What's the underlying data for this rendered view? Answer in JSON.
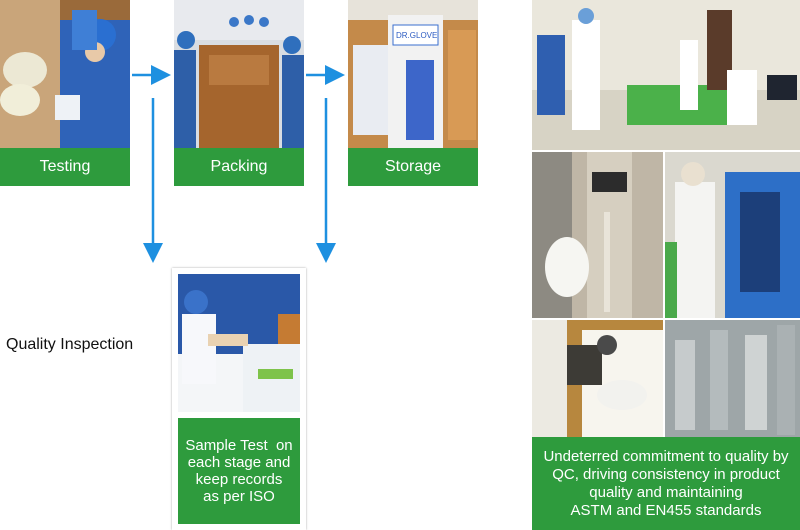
{
  "steps": [
    {
      "label": "Testing",
      "image": "testing-photo"
    },
    {
      "label": "Packing",
      "image": "packing-photo"
    },
    {
      "label": "Storage",
      "image": "storage-photo"
    }
  ],
  "inspection": {
    "label": "Quality Inspection",
    "sample_caption_lines": [
      "Sample Test  on",
      "each stage and",
      "keep records",
      "as per ISO"
    ],
    "image": "sample-test-photo"
  },
  "qc": {
    "caption_lines": [
      "Undeterred commitment to quality by",
      "QC, driving consistency in product",
      "quality and maintaining",
      "ASTM and EN455 standards"
    ],
    "images": [
      "lab-photo",
      "tensile-tester-photo",
      "lab-machine-photo",
      "calculator-photo",
      "blurred-production-photo"
    ]
  },
  "product_text": {
    "box_brand": "DR.GLOVE"
  },
  "colors": {
    "green": "#2e9b3d",
    "arrow": "#1e90e0"
  }
}
